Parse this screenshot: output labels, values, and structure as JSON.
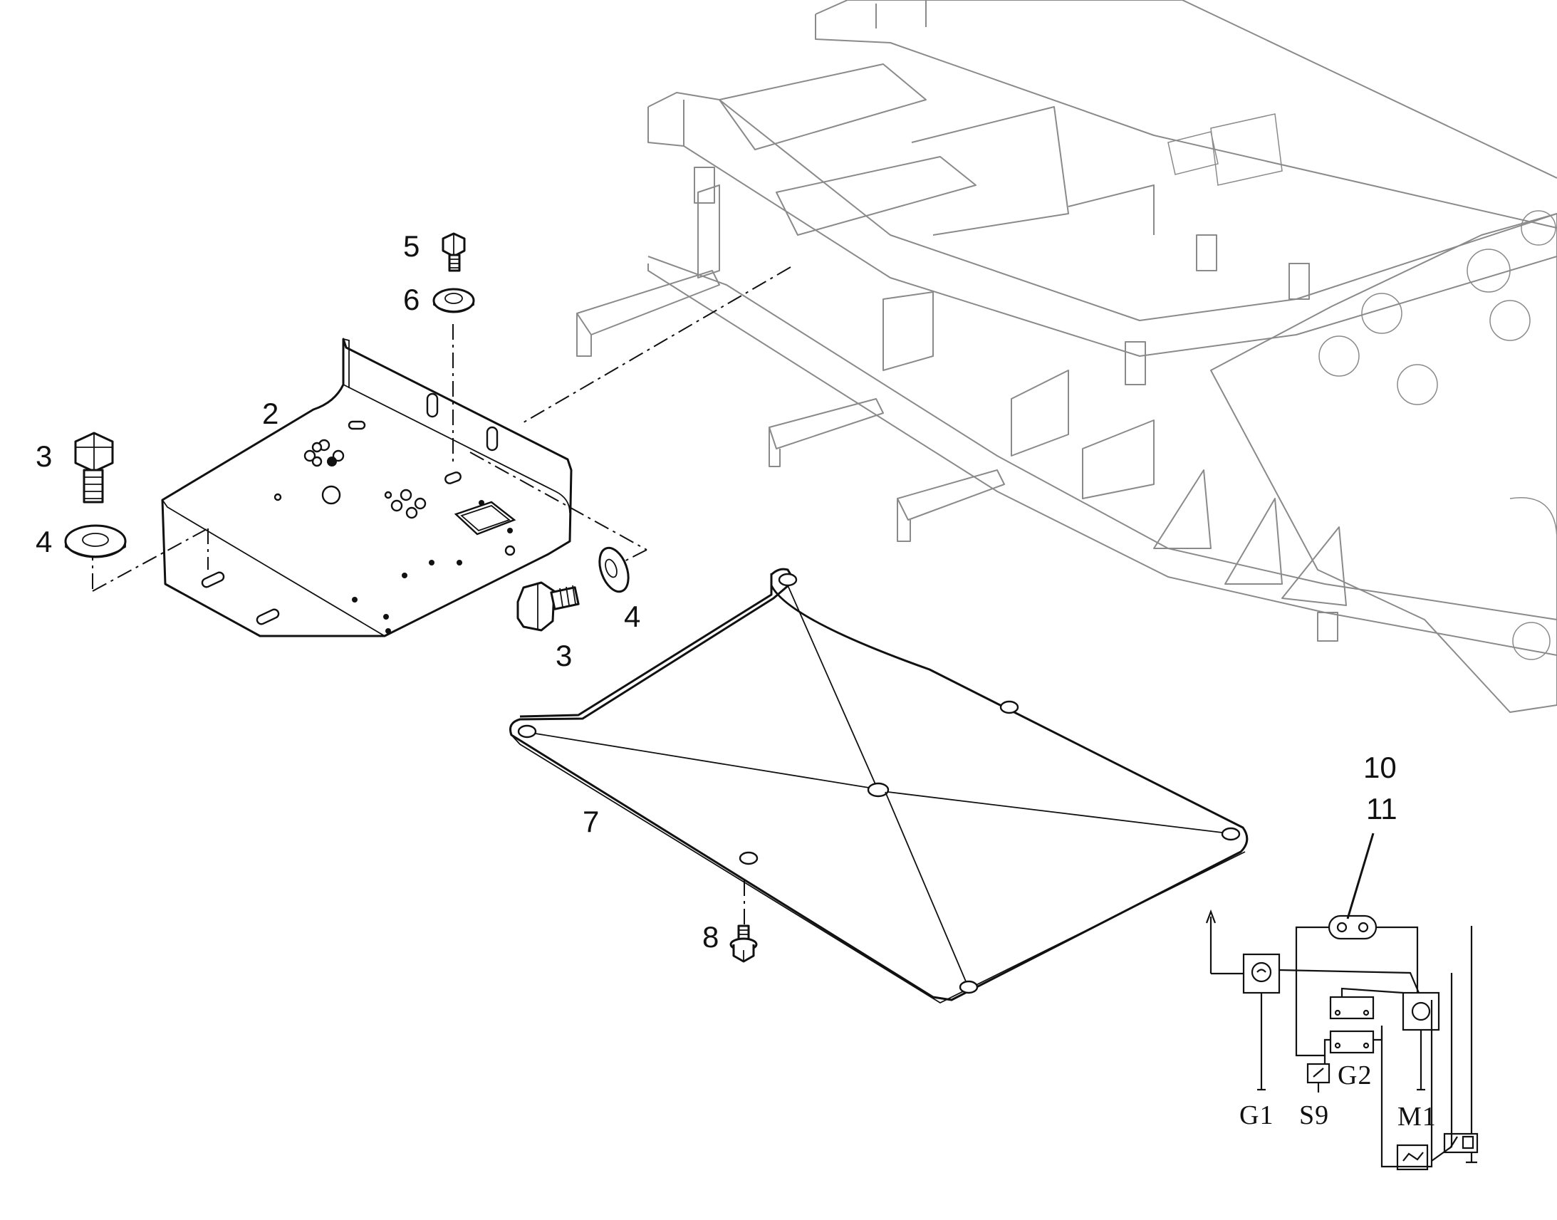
{
  "callouts": {
    "c2": "2",
    "c3_top": "3",
    "c4_left": "4",
    "c5": "5",
    "c6": "6",
    "c3_bottom": "3",
    "c4_right": "4",
    "c7": "7",
    "c8": "8",
    "c10": "10",
    "c11": "11"
  },
  "schematic": {
    "g1": "G1",
    "s9": "S9",
    "g2": "G2",
    "m1": "M1"
  }
}
